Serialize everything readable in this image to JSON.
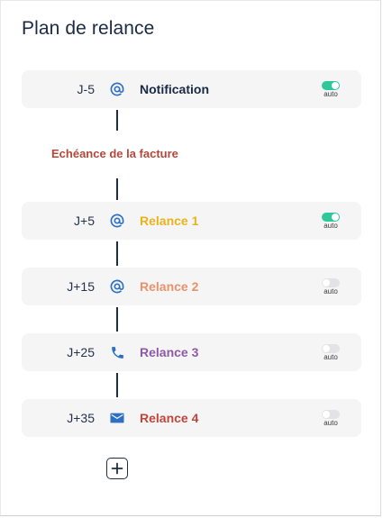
{
  "title": "Plan de relance",
  "deadline_label": "Echéance de la facture",
  "steps": [
    {
      "day": "J-5",
      "label": "Notification",
      "label_color": "#1b2a44",
      "icon": "at-icon",
      "auto": true,
      "toggle_caption": "auto"
    },
    {
      "day": "J+5",
      "label": "Relance 1",
      "label_color": "#e9b31b",
      "icon": "at-icon",
      "auto": true,
      "toggle_caption": "auto"
    },
    {
      "day": "J+15",
      "label": "Relance 2",
      "label_color": "#e8936b",
      "icon": "at-icon",
      "auto": false,
      "toggle_caption": "auto"
    },
    {
      "day": "J+25",
      "label": "Relance 3",
      "label_color": "#8e5aa6",
      "icon": "phone-icon",
      "auto": false,
      "toggle_caption": "auto"
    },
    {
      "day": "J+35",
      "label": "Relance 4",
      "label_color": "#c0463c",
      "icon": "envelope-icon",
      "auto": false,
      "toggle_caption": "auto"
    }
  ],
  "colors": {
    "accent_icon": "#2d6fc4",
    "toggle_on": "#30c79b",
    "toggle_off": "#e3e3e6",
    "deadline": "#b5473a",
    "connector": "#1f2d44"
  },
  "add_button_icon": "plus-icon"
}
